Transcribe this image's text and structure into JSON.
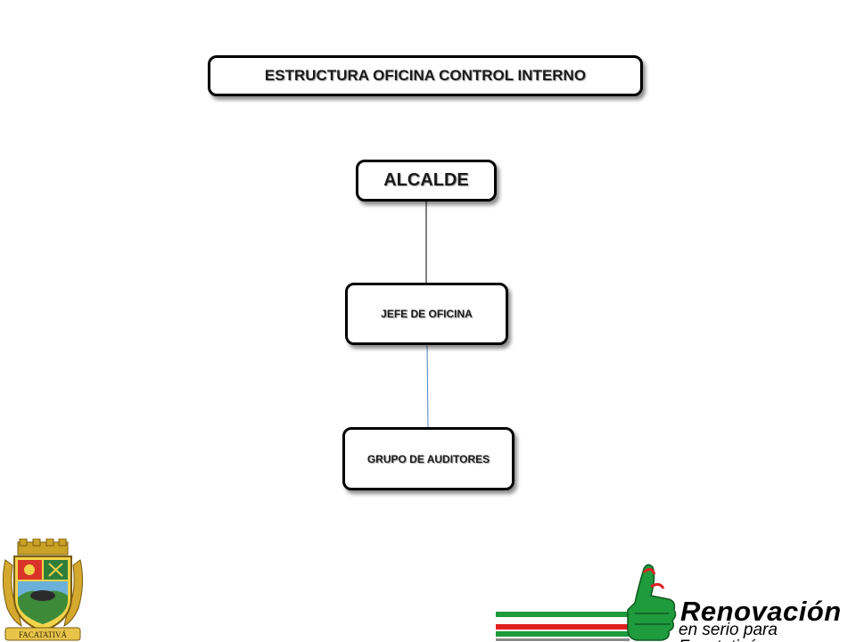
{
  "diagram": {
    "title": "ESTRUCTURA OFICINA CONTROL INTERNO",
    "nodes": [
      {
        "id": "alcalde",
        "label": "ALCALDE"
      },
      {
        "id": "jefe",
        "label": "JEFE DE OFICINA"
      },
      {
        "id": "grupo",
        "label": "GRUPO DE AUDITORES"
      }
    ],
    "edges": [
      {
        "from": "alcalde",
        "to": "jefe"
      },
      {
        "from": "jefe",
        "to": "grupo"
      }
    ],
    "colors": {
      "connector_top": "#000000",
      "connector_bottom": "#4f81bd"
    }
  },
  "footer": {
    "crest_text": "FACATATIVÁ",
    "logo_word": "Renovación",
    "logo_tagline": "en serio para Facatativá",
    "logo_colors": {
      "green": "#1f9a3c",
      "red": "#e02020",
      "gray": "#8a8a8a"
    }
  }
}
